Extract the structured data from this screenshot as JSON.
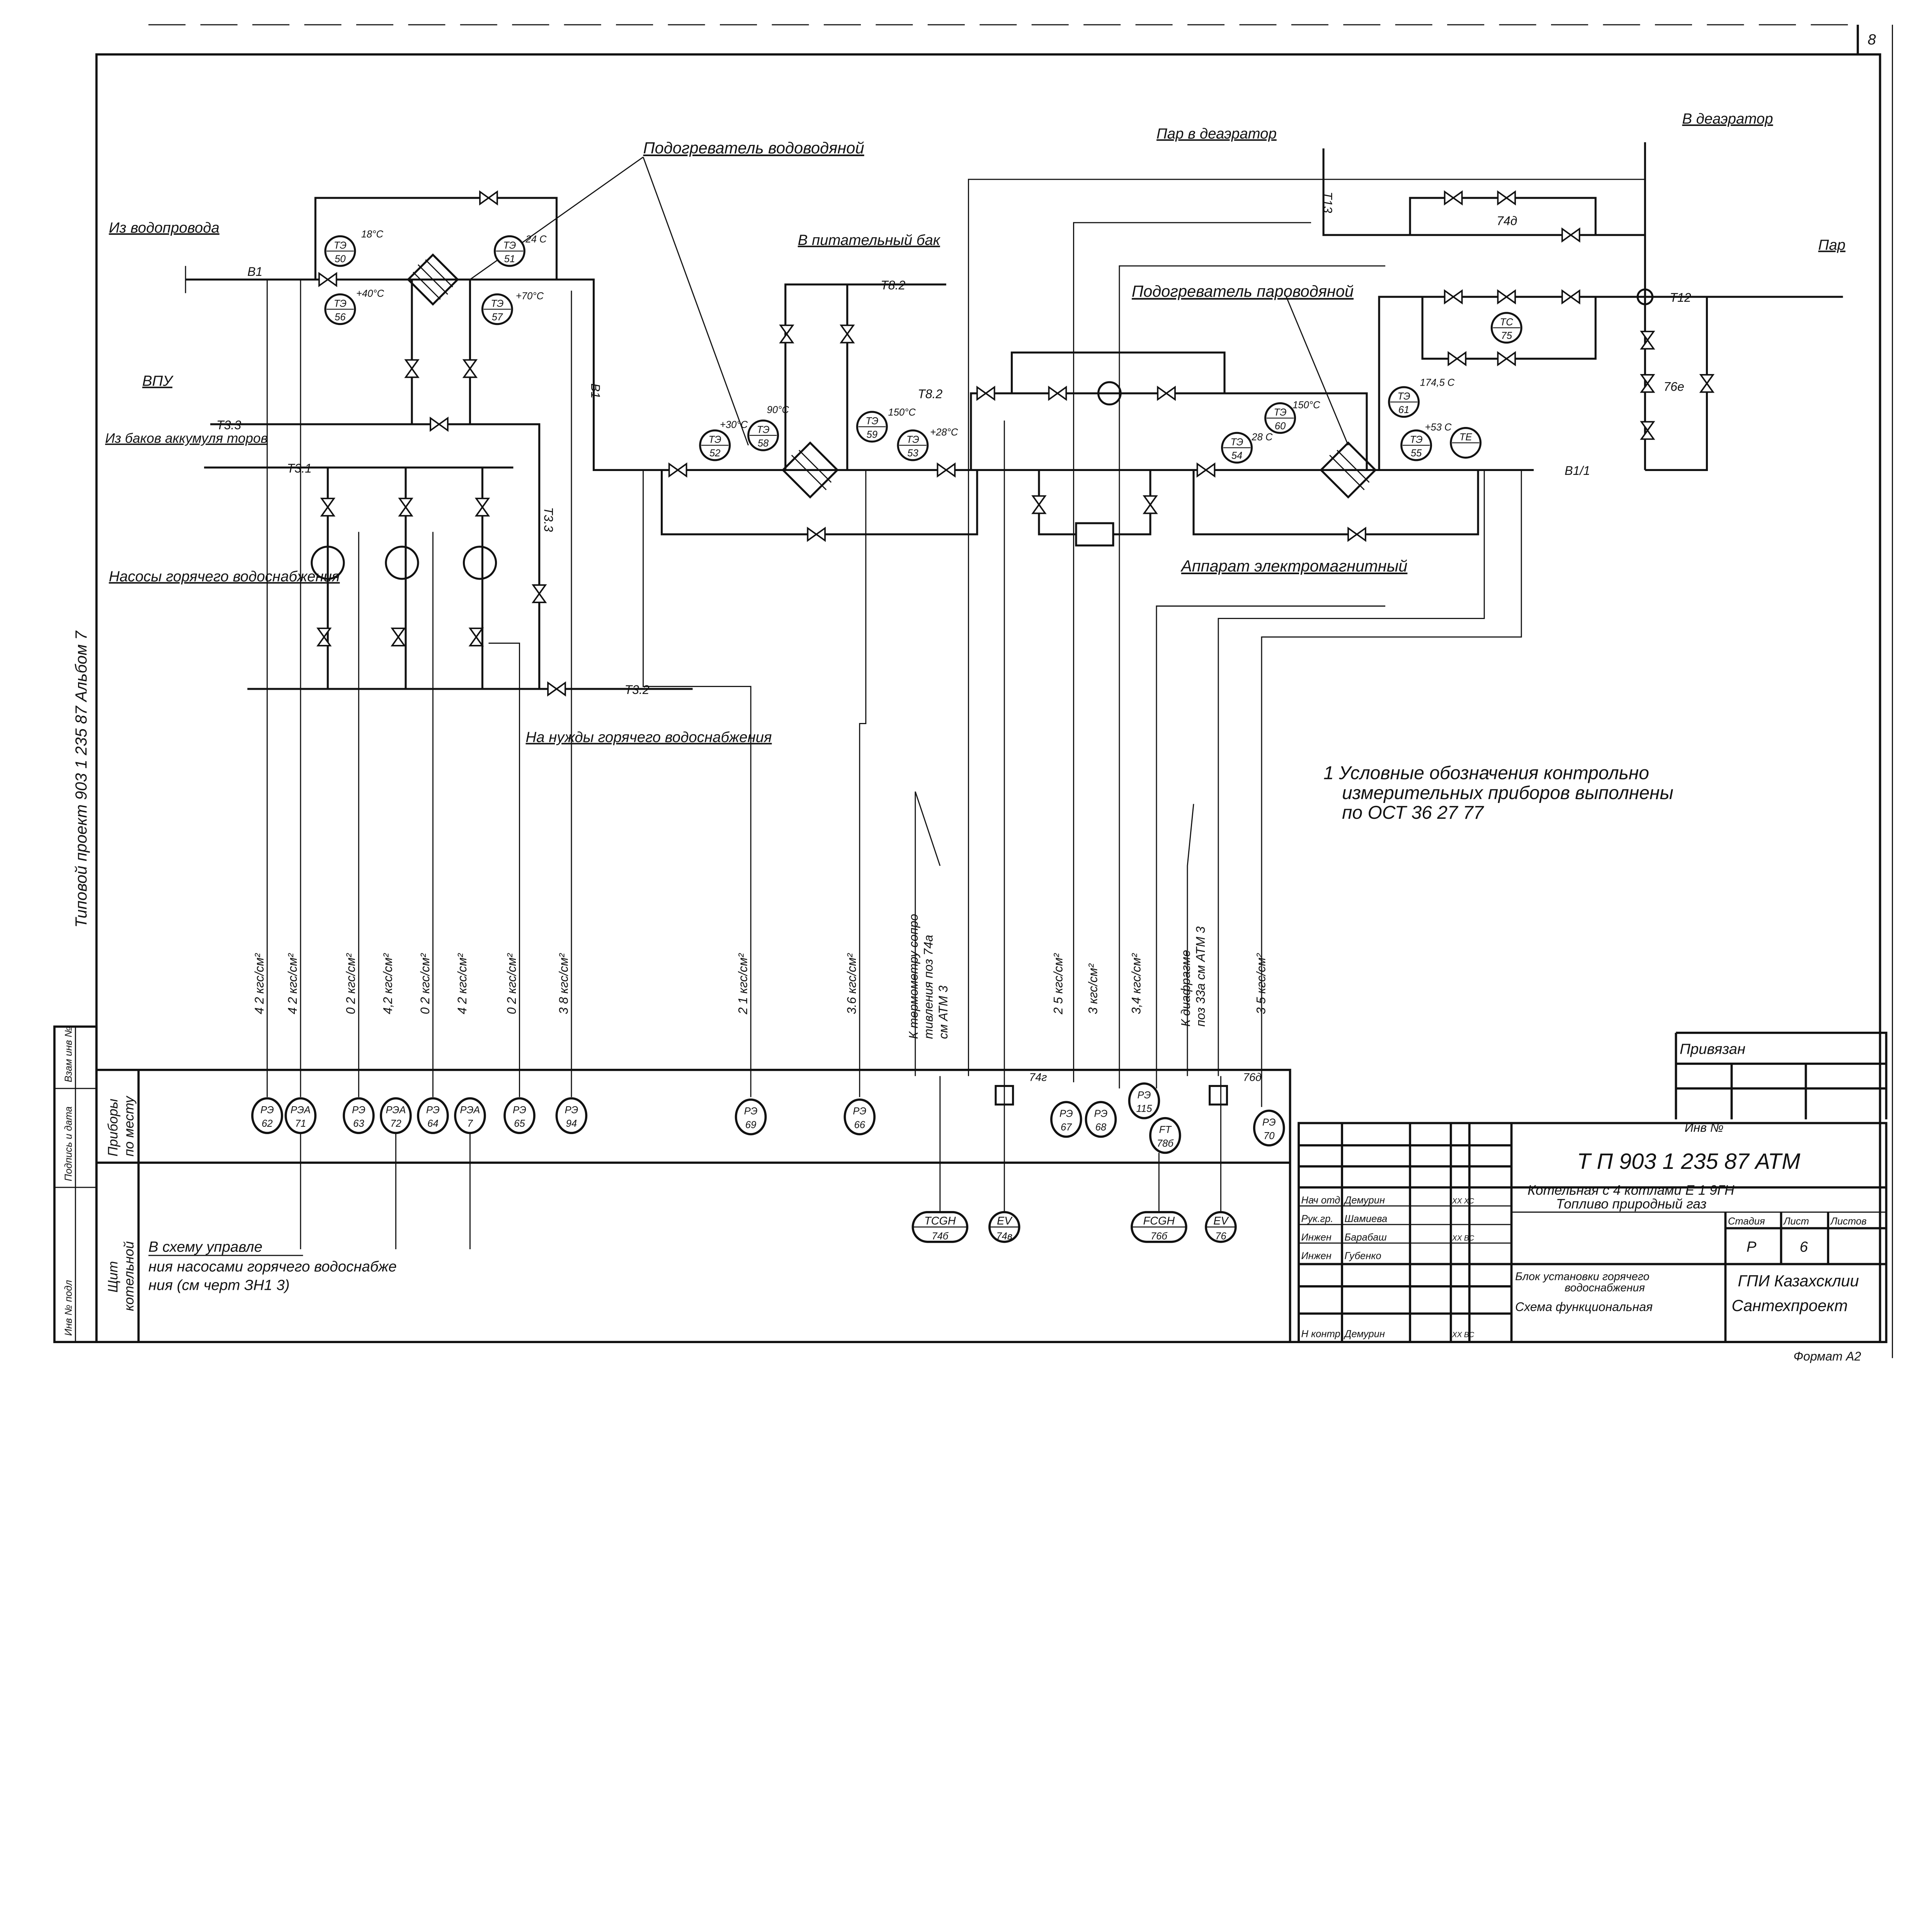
{
  "sheet_number": "8",
  "side_text": "Типовой проект 903 1 235 87   Альбом 7",
  "stamp_column": [
    "Инв № подл",
    "Подпись и дата",
    "Взам инв №"
  ],
  "labels": {
    "water_heater_title": "Подогреватель водоводяной",
    "from_water_supply": "Из водопровода",
    "b1_a": "В1",
    "b1_b": "В1",
    "b1_1": "В1/1",
    "vpu": "ВПУ",
    "t33_a": "Т3.3",
    "t33_b": "Т3.3",
    "from_tanks": "Из баков аккумуля торов",
    "t31": "Т3.1",
    "pumps": "Насосы горячего водоснабжения",
    "to_hot_water": "На нужды горячего водоснабжения",
    "t32": "Т3.2",
    "to_feed_tank": "В питательный бак",
    "t82_a": "Т8.2",
    "t82_b": "Т8.2",
    "steam_to_deaerator": "Пар в деаэратор",
    "t13": "Т13",
    "to_deaerator": "В деаэратор",
    "steam": "Пар",
    "t12": "Т12",
    "steam_heater_title": "Подогреватель пароводяной",
    "em_apparatus": "Аппарат электромагнитный",
    "pos_74d": "74д",
    "pos_76e": "76е",
    "pos_74g": "74г",
    "pos_76d": "76д"
  },
  "temperatures": [
    "18°C",
    "24 C",
    "+40°C",
    "+70°C",
    "+30°C",
    "90°C",
    "150°C",
    "+28°C",
    "150°C",
    "28 C",
    "174,5 C",
    "+53 C"
  ],
  "top_instruments": [
    {
      "tag": "ТЭ",
      "num": "50"
    },
    {
      "tag": "ТЭ",
      "num": "51"
    },
    {
      "tag": "ТЭ",
      "num": "56"
    },
    {
      "tag": "ТЭ",
      "num": "57"
    },
    {
      "tag": "ТЭ",
      "num": "52"
    },
    {
      "tag": "ТЭ",
      "num": "58"
    },
    {
      "tag": "ТЭ",
      "num": "59"
    },
    {
      "tag": "ТЭ",
      "num": "53"
    },
    {
      "tag": "ТЭ",
      "num": "54"
    },
    {
      "tag": "ТЭ",
      "num": "60"
    },
    {
      "tag": "ТЭ",
      "num": "61"
    },
    {
      "tag": "ТЭ",
      "num": "55"
    },
    {
      "tag": "TE",
      "num": ""
    },
    {
      "tag": "ТС",
      "num": "75"
    }
  ],
  "field_instruments": [
    {
      "tag": "PЭ",
      "num": "62",
      "pressure": "4 2 кгс/см²"
    },
    {
      "tag": "PЭA",
      "num": "71",
      "pressure": "4 2 кгс/см²"
    },
    {
      "tag": "PЭ",
      "num": "63",
      "pressure": "0 2 кгс/см²"
    },
    {
      "tag": "PЭA",
      "num": "72",
      "pressure": "4,2 кгс/см²"
    },
    {
      "tag": "PЭ",
      "num": "64",
      "pressure": "0 2 кгс/см²"
    },
    {
      "tag": "PЭA",
      "num": "7",
      "pressure": "4 2 кгс/см²"
    },
    {
      "tag": "PЭ",
      "num": "65",
      "pressure": "0 2 кгс/см²"
    },
    {
      "tag": "PЭ",
      "num": "94",
      "pressure": "3 8 кгс/см²"
    },
    {
      "tag": "PЭ",
      "num": "69",
      "pressure": "2 1 кгс/см²"
    },
    {
      "tag": "PЭ",
      "num": "66",
      "pressure": "3.6 кгс/см²"
    },
    {
      "tag": "PЭ",
      "num": "67",
      "pressure": "2 5 кгс/см²"
    },
    {
      "tag": "PЭ",
      "num": "68",
      "pressure": "3 кгс/см²"
    },
    {
      "tag": "PЭ",
      "num": "115",
      "pressure": "3,4 кгс/см²"
    },
    {
      "tag": "FT",
      "num": "78б",
      "pressure": ""
    },
    {
      "tag": "PЭ",
      "num": "70",
      "pressure": "3 5 кгс/см²"
    }
  ],
  "panel_instruments": [
    {
      "tag": "TCGH",
      "num": "74б"
    },
    {
      "tag": "EV",
      "num": "74в"
    },
    {
      "tag": "FCGH",
      "num": "76б"
    },
    {
      "tag": "EV",
      "num": "76"
    }
  ],
  "references": {
    "thermo_ref": [
      "К термометру сопро",
      "тивления поз 74а",
      "см АТМ 3"
    ],
    "diaphragm_ref": [
      "К диафрагме",
      "поз 33а см АТМ 3"
    ]
  },
  "note": [
    "1 Условные обозначения контрольно",
    "измерительных приборов выполнены",
    "по ОСТ 36 27 77"
  ],
  "panel": {
    "field_label": [
      "Приборы",
      "по месту"
    ],
    "board_label": [
      "Щит",
      "котельной"
    ],
    "control_note": [
      "В схему управле",
      "ния насосами горячего водоснабже",
      "ния (см черт ЗН1 3)"
    ]
  },
  "privyazan": {
    "title": "Привязан",
    "inv": "Инв №"
  },
  "title_block": {
    "code": "Т П  903 1 235 87 АТМ",
    "project": [
      "Котельная с 4 котлами Е 1 9ГН",
      "Топливо природный газ"
    ],
    "staff": [
      {
        "role": "Нач отд",
        "name": "Демурин",
        "date": "ХХ ХС"
      },
      {
        "role": "Рук.гр.",
        "name": "Шамиева",
        "date": ""
      },
      {
        "role": "Инжен",
        "name": "Барабаш",
        "date": "ХХ ВС"
      },
      {
        "role": "Инжен",
        "name": "Губенко",
        "date": ""
      },
      {
        "role": "Н контр",
        "name": "Демурин",
        "date": "ХХ ВС"
      }
    ],
    "stage_label": "Стадия",
    "sheet_label": "Лист",
    "sheets_label": "Листов",
    "stage": "Р",
    "sheet": "6",
    "drawing_name": [
      "Блок установки горячего",
      "водоснабжения",
      "Схема функциональная"
    ],
    "org": [
      "ГПИ Казахсклии",
      "Сантехпроект"
    ],
    "format": "Формат А2"
  }
}
